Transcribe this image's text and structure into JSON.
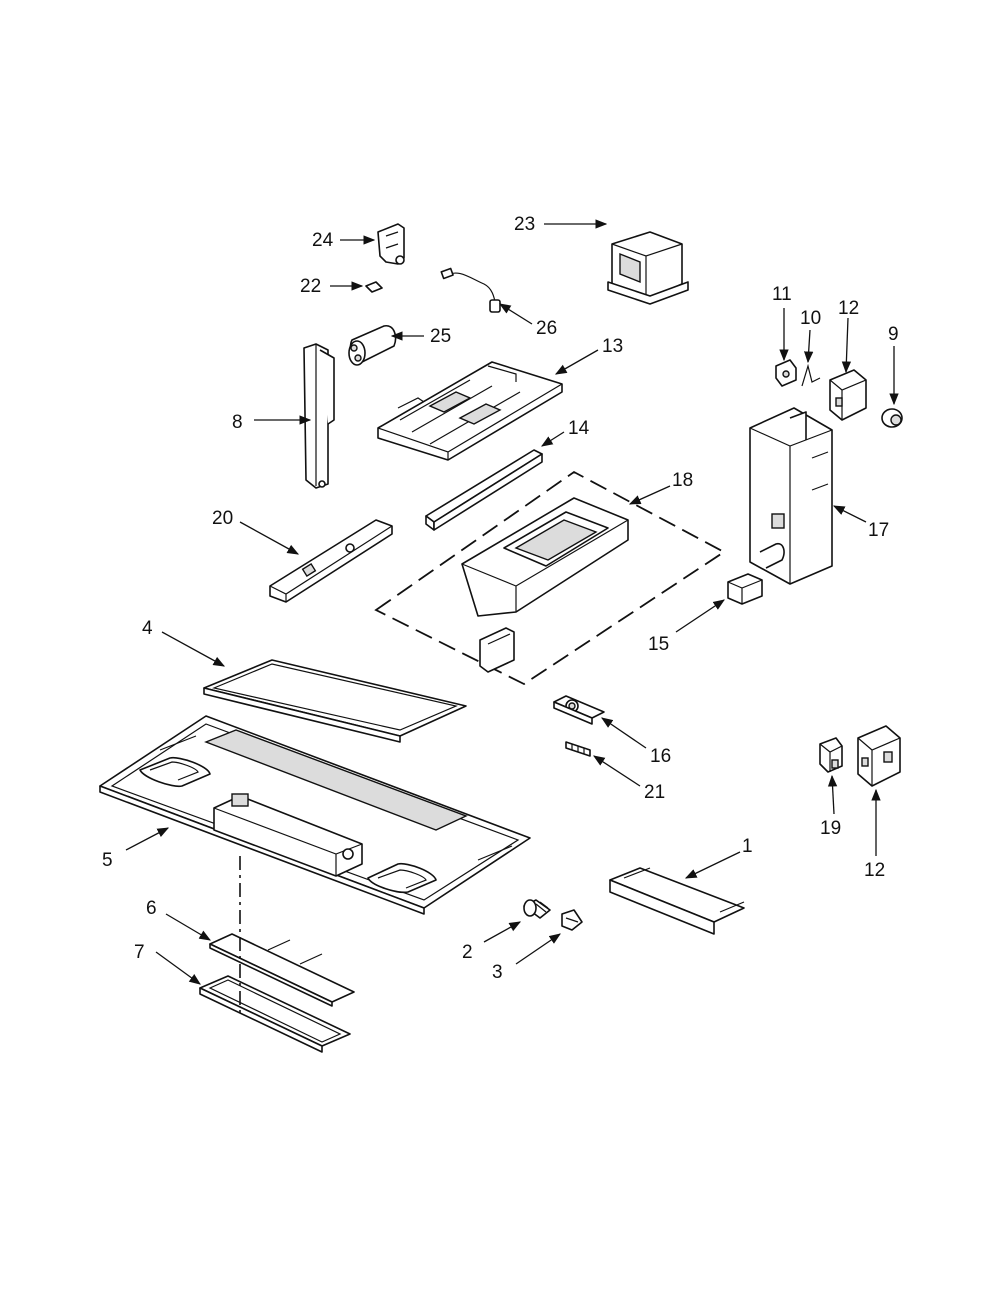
{
  "callouts": [
    "1",
    "2",
    "3",
    "4",
    "5",
    "6",
    "7",
    "8",
    "9",
    "10",
    "11",
    "12",
    "12",
    "13",
    "14",
    "15",
    "16",
    "17",
    "18",
    "19",
    "20",
    "21",
    "22",
    "23",
    "24",
    "25",
    "26"
  ]
}
